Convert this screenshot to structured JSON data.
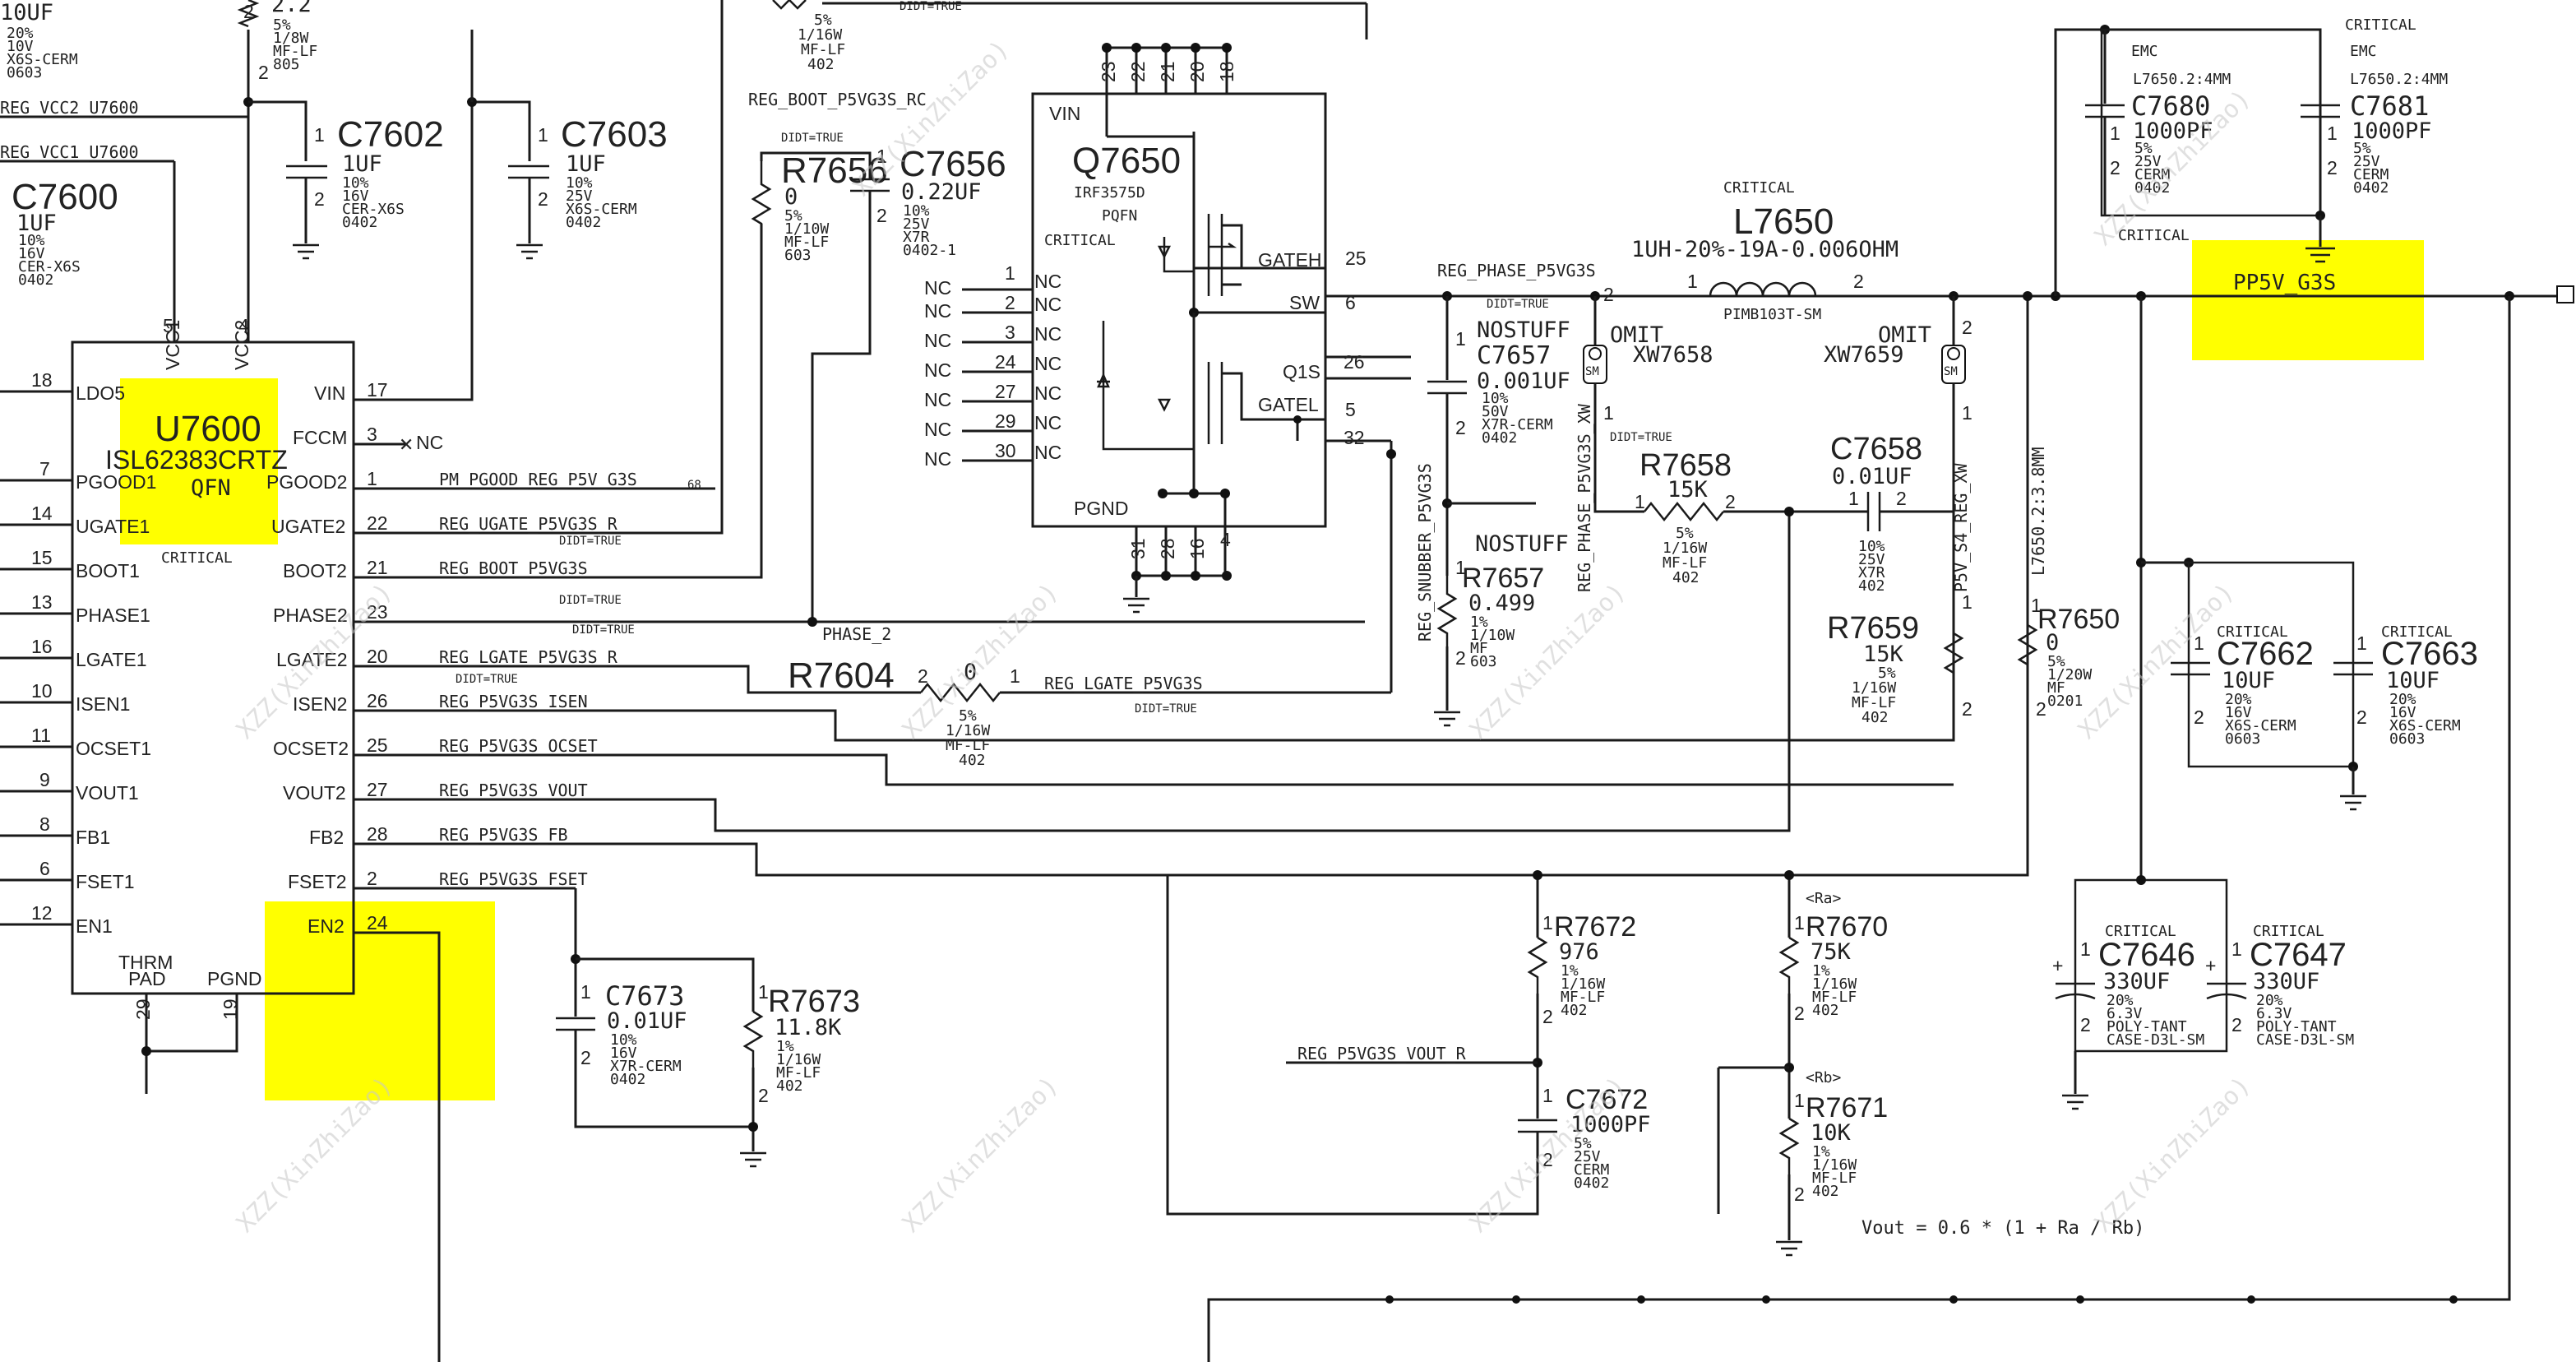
{
  "watermark": "XZZ(XinZhiZao)",
  "u7600": {
    "ref": "U7600",
    "part": "ISL62383CRTZ",
    "pkg": "QFN",
    "critical": "CRITICAL",
    "vcc1": "VCC1",
    "vcc2": "VCC2",
    "vcc1_num": "5",
    "vcc2_num": "4",
    "thrm": "THRM",
    "pad": "PAD",
    "pgnd": "PGND",
    "pad_num": "29",
    "pgnd_num": "19",
    "left_pins": [
      {
        "num": "18",
        "name": "LDO5"
      },
      {
        "num": "7",
        "name": "PGOOD1"
      },
      {
        "num": "14",
        "name": "UGATE1"
      },
      {
        "num": "15",
        "name": "BOOT1"
      },
      {
        "num": "13",
        "name": "PHASE1"
      },
      {
        "num": "16",
        "name": "LGATE1"
      },
      {
        "num": "10",
        "name": "ISEN1"
      },
      {
        "num": "11",
        "name": "OCSET1"
      },
      {
        "num": "9",
        "name": "VOUT1"
      },
      {
        "num": "8",
        "name": "FB1"
      },
      {
        "num": "6",
        "name": "FSET1"
      },
      {
        "num": "12",
        "name": "EN1"
      }
    ],
    "right_pins": [
      {
        "num": "17",
        "name": "VIN"
      },
      {
        "num": "3",
        "name": "FCCM"
      },
      {
        "num": "1",
        "name": "PGOOD2"
      },
      {
        "num": "22",
        "name": "UGATE2"
      },
      {
        "num": "21",
        "name": "BOOT2"
      },
      {
        "num": "23",
        "name": "PHASE2"
      },
      {
        "num": "20",
        "name": "LGATE2"
      },
      {
        "num": "26",
        "name": "ISEN2"
      },
      {
        "num": "25",
        "name": "OCSET2"
      },
      {
        "num": "27",
        "name": "VOUT2"
      },
      {
        "num": "28",
        "name": "FB2"
      },
      {
        "num": "2",
        "name": "FSET2"
      },
      {
        "num": "24",
        "name": "EN2"
      }
    ],
    "nc": "NC"
  },
  "nets": {
    "vcc2": "REG_VCC2_U7600",
    "vcc1": "REG_VCC1_U7600",
    "pgood": "PM_PGOOD_REG_P5V_G3S",
    "pgood_ref": "68",
    "ugate": "REG_UGATE_P5VG3S_R",
    "boot": "REG_BOOT_P5VG3S",
    "lgate_r": "REG_LGATE_P5VG3S_R",
    "isen": "REG_P5VG3S_ISEN",
    "ocset": "REG_P5VG3S_OCSET",
    "vout": "REG_P5VG3S_VOUT",
    "fb": "REG_P5VG3S_FB",
    "fset": "REG_P5VG3S_FSET",
    "boot_rc": "REG_BOOT_P5VG3S_RC",
    "phase": "REG_PHASE_P5VG3S",
    "phase2": "PHASE_2",
    "lgate": "REG_LGATE_P5VG3S",
    "snubber": "REG_SNUBBER_P5VG3S",
    "phase_xw": "REG_PHASE_P5VG3S_XW",
    "s4_xw": "P5V_S4_REG_XW",
    "vout_r": "REG_P5VG3S_VOUT_R",
    "pp5v": "PP5V_G3S",
    "l7650_mm": "L7650.2:3.8MM",
    "didt": "DIDT=TRUE"
  },
  "caps": {
    "c_top": {
      "val": "10UF",
      "s": [
        "20%",
        "10V",
        "X6S-CERM",
        "0603"
      ]
    },
    "r_top": {
      "val": "2.2",
      "s": [
        "5%",
        "1/8W",
        "MF-LF",
        "805"
      ]
    },
    "c7602": {
      "ref": "C7602",
      "val": "1UF",
      "s": [
        "10%",
        "16V",
        "CER-X6S",
        "0402"
      ]
    },
    "c7603": {
      "ref": "C7603",
      "val": "1UF",
      "s": [
        "10%",
        "25V",
        "X6S-CERM",
        "0402"
      ]
    },
    "c7600": {
      "ref": "C7600",
      "val": "1UF",
      "s": [
        "10%",
        "16V",
        "CER-X6S",
        "0402"
      ]
    },
    "r7656": {
      "ref": "R7656",
      "val": "0",
      "s": [
        "5%",
        "1/10W",
        "MF-LF",
        "603"
      ]
    },
    "c7656": {
      "ref": "C7656",
      "val": "0.22UF",
      "s": [
        "10%",
        "25V",
        "X7R",
        "0402-1"
      ]
    },
    "r_top2": {
      "s": [
        "5%",
        "1/16W",
        "MF-LF",
        "402"
      ]
    },
    "q7650": {
      "ref": "Q7650",
      "part": "IRF3575D",
      "pkg": "PQFN",
      "critical": "CRITICAL"
    },
    "l7650": {
      "ref": "L7650",
      "val": "1UH-20%-19A-0.006OHM",
      "pkg": "PIMB103T-SM",
      "critical": "CRITICAL"
    },
    "c7657": {
      "ref": "C7657",
      "val": "0.001UF",
      "s": [
        "10%",
        "50V",
        "X7R-CERM",
        "0402"
      ],
      "nostuff": "NOSTUFF"
    },
    "r7657": {
      "ref": "R7657",
      "val": "0.499",
      "s": [
        "1%",
        "1/10W",
        "MF",
        "603"
      ],
      "nostuff": "NOSTUFF"
    },
    "xw7658": {
      "ref": "XW7658",
      "omit": "OMIT",
      "sm": "SM"
    },
    "xw7659": {
      "ref": "XW7659",
      "omit": "OMIT",
      "sm": "SM"
    },
    "r7658": {
      "ref": "R7658",
      "val": "15K",
      "s": [
        "5%",
        "1/16W",
        "MF-LF",
        "402"
      ]
    },
    "c7658": {
      "ref": "C7658",
      "val": "0.01UF",
      "s": [
        "10%",
        "25V",
        "X7R",
        "402"
      ]
    },
    "r7659": {
      "ref": "R7659",
      "val": "15K",
      "s": [
        "5%",
        "1/16W",
        "MF-LF",
        "402"
      ]
    },
    "r7650": {
      "ref": "R7650",
      "val": "0",
      "s": [
        "5%",
        "1/20W",
        "MF",
        "0201"
      ]
    },
    "c7680": {
      "ref": "C7680",
      "val": "1000PF",
      "s": [
        "5%",
        "25V",
        "CERM",
        "0402"
      ],
      "emc": "EMC",
      "mm": "L7650.2:4MM"
    },
    "c7681": {
      "ref": "C7681",
      "val": "1000PF",
      "s": [
        "5%",
        "25V",
        "CERM",
        "0402"
      ],
      "emc": "EMC",
      "mm": "L7650.2:4MM",
      "critical": "CRITICAL"
    },
    "c7662": {
      "ref": "C7662",
      "val": "10UF",
      "s": [
        "20%",
        "16V",
        "X6S-CERM",
        "0603"
      ],
      "critical": "CRITICAL"
    },
    "c7663": {
      "ref": "C7663",
      "val": "10UF",
      "s": [
        "20%",
        "16V",
        "X6S-CERM",
        "0603"
      ],
      "critical": "CRITICAL"
    },
    "c7646": {
      "ref": "C7646",
      "val": "330UF",
      "s": [
        "20%",
        "6.3V",
        "POLY-TANT",
        "CASE-D3L-SM"
      ],
      "critical": "CRITICAL"
    },
    "c7647": {
      "ref": "C7647",
      "val": "330UF",
      "s": [
        "20%",
        "6.3V",
        "POLY-TANT",
        "CASE-D3L-SM"
      ],
      "critical": "CRITICAL"
    },
    "r7604": {
      "ref": "R7604",
      "val": "0",
      "s": [
        "5%",
        "1/16W",
        "MF-LF",
        "402"
      ]
    },
    "c7673": {
      "ref": "C7673",
      "val": "0.01UF",
      "s": [
        "10%",
        "16V",
        "X7R-CERM",
        "0402"
      ]
    },
    "r7673": {
      "ref": "R7673",
      "val": "11.8K",
      "s": [
        "1%",
        "1/16W",
        "MF-LF",
        "402"
      ]
    },
    "r7672": {
      "ref": "R7672",
      "val": "976",
      "s": [
        "1%",
        "1/16W",
        "MF-LF",
        "402"
      ]
    },
    "c7672": {
      "ref": "C7672",
      "val": "1000PF",
      "s": [
        "5%",
        "25V",
        "CERM",
        "0402"
      ]
    },
    "r7670": {
      "ref": "R7670",
      "val": "75K",
      "s": [
        "1%",
        "1/16W",
        "MF-LF",
        "402"
      ],
      "tag": "<Ra>"
    },
    "r7671": {
      "ref": "R7671",
      "val": "10K",
      "s": [
        "1%",
        "1/16W",
        "MF-LF",
        "402"
      ],
      "tag": "<Rb>"
    }
  },
  "formula": "Vout = 0.6 * (1 + Ra / Rb)",
  "critical_label": "CRITICAL"
}
